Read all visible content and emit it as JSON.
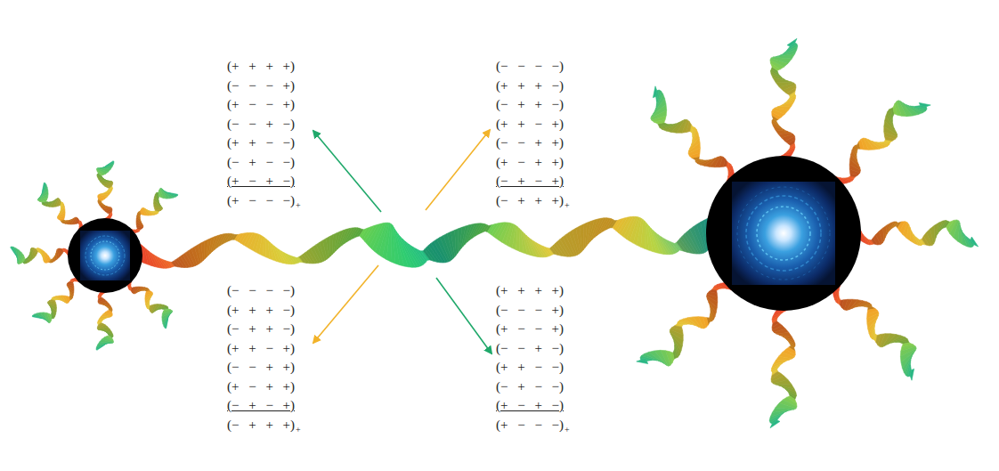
{
  "diagram": {
    "labels": [
      "(+ + + +)",
      "(− − − +)",
      "(+ − − +)",
      "(− − + −)",
      "(+ + − −)",
      "(− + − −)",
      "(+ − + −)",
      "(+ − − −)",
      "+",
      "(− − − −)",
      "(+ + + −)",
      "(− + + −)",
      "(+ + − +)",
      "(− − + +)",
      "(+ − + +)",
      "(− + − +)",
      "(− + + +)",
      "+",
      "(− − − −)",
      "(+ + + −)",
      "(− + + −)",
      "(+ + − +)",
      "(− − + +)",
      "(+ − + +)",
      "(− + − +)",
      "(− + + +)",
      "+",
      "(+ + + +)",
      "(− − − +)",
      "(+ − − +)",
      "(− − + −)",
      "(+ + − −)",
      "(− + − −)",
      "(+ − + −)",
      "(+ − − −)",
      "+"
    ]
  }
}
